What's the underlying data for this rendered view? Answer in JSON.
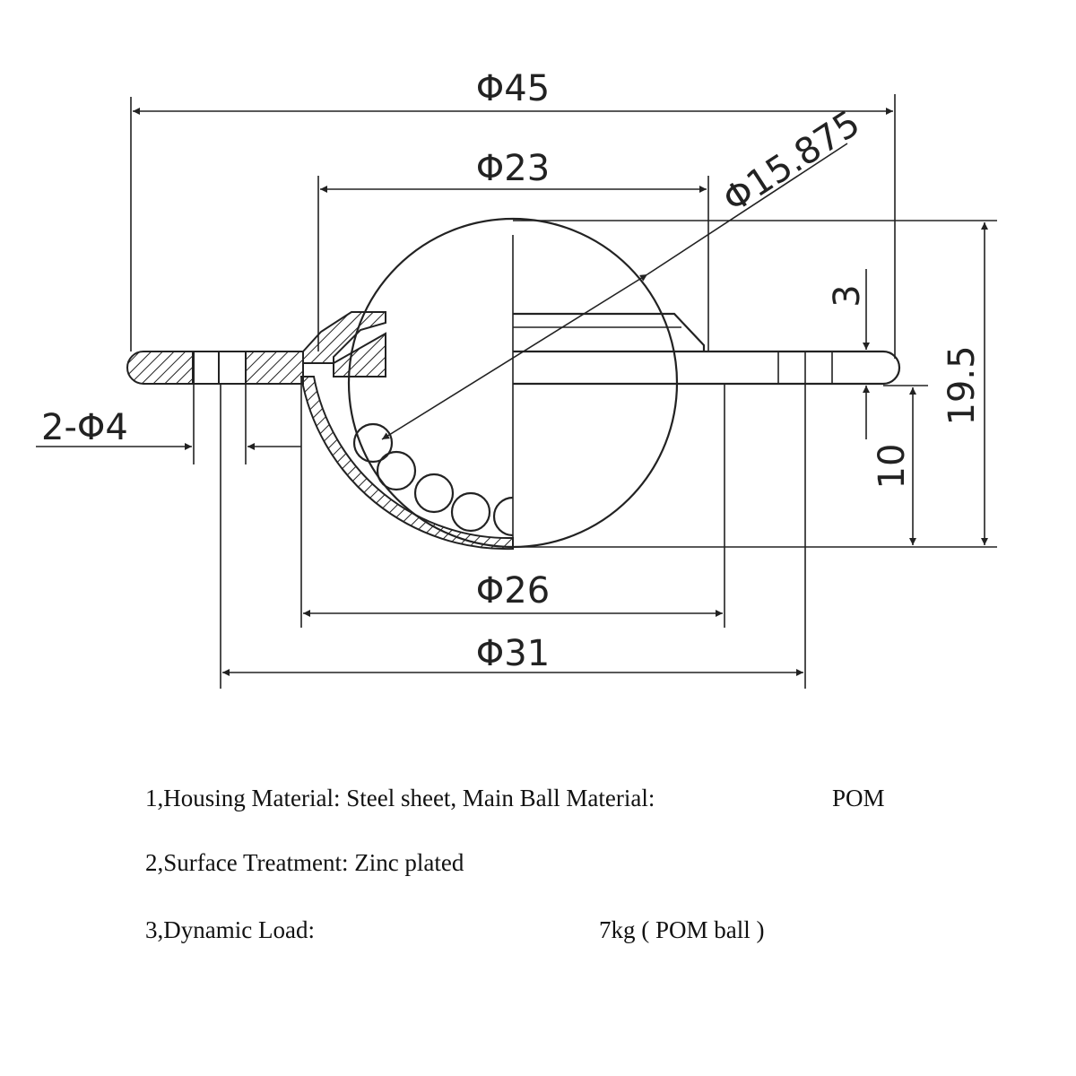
{
  "dimensions": {
    "d45": "Φ45",
    "d23": "Φ23",
    "d15875": "Φ15.875",
    "holes": "2-Φ4",
    "d26": "Φ26",
    "d31": "Φ31",
    "h3": "3",
    "h10": "10",
    "h195": "19.5"
  },
  "notes": {
    "line1_label": "1,Housing Material: Steel sheet, Main Ball Material:",
    "line1_value": "POM",
    "line2_label": "2,Surface Treatment: Zinc plated",
    "line3_label": "3,Dynamic Load:",
    "line3_value": "7kg ( POM ball )"
  }
}
